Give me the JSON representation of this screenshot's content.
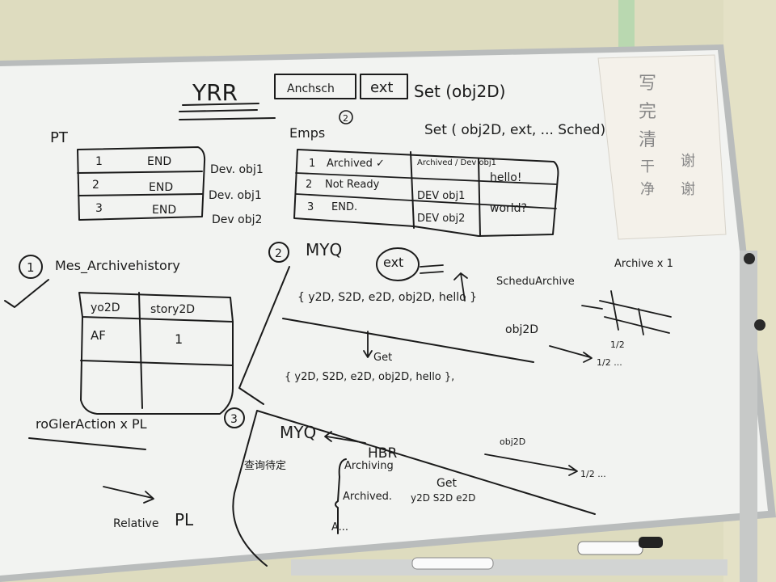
{
  "board": {
    "title": "YRR",
    "tag1": "Anchsch",
    "tag2": "ext",
    "title_tail": "Set (obj2D)",
    "circle2_top": "2",
    "set_line": "Set ( obj2D, ext, ... Sched)",
    "pt": {
      "label": "PT",
      "rows": [
        {
          "num": "1",
          "status": "END"
        },
        {
          "num": "2",
          "status": "END"
        },
        {
          "num": "3",
          "status": "END"
        }
      ],
      "side_notes": [
        "Dev. obj1",
        "Dev. obj1",
        "Dev obj2"
      ]
    },
    "emps": {
      "label": "Emps",
      "rows": [
        {
          "num": "1",
          "status": "Archived ✓",
          "env": "Archived / Dev obj1",
          "note": "hello!"
        },
        {
          "num": "2",
          "status": "Not Ready",
          "env": "DEV obj1",
          "note": "world?"
        },
        {
          "num": "3",
          "status": "END.",
          "env": "DEV obj2",
          "note": ""
        }
      ]
    },
    "section1": {
      "circle": "1",
      "title": "Mes_Archivehistory",
      "headers": [
        "yo2D",
        "story2D"
      ],
      "rows": [
        [
          "AF",
          "1"
        ]
      ]
    },
    "section2": {
      "circle": "2",
      "title": "MYQ",
      "ext_oval": "ext",
      "set_line": "{ y2D, S2D, e2D, obj2D, hello }",
      "set_suffix": "obj2D",
      "get_label": "Get",
      "set_line2": "{ y2D, S2D, e2D, obj2D, hello },",
      "schedule": "ScheduArchive",
      "right_note": "Archive x 1",
      "small_note": "1/2",
      "arrow_note": "1/2 ..."
    },
    "section3": {
      "circle": "3",
      "title": "MYQ",
      "hbr": "HBR",
      "get_label": "Get",
      "cjk_note": "查询待定",
      "list": [
        "Archiving",
        "Archived.",
        "A..."
      ],
      "vars": "y2D S2D e2D",
      "obj_note": "obj2D",
      "arrow_note": "1/2 ..."
    },
    "left_bottom": {
      "line1": "roGlerAction x PL",
      "arrow_label": "Relative",
      "pl": "PL"
    }
  },
  "sticky_note": {
    "lines": [
      "写",
      "完",
      "清",
      "干",
      "净"
    ],
    "side": [
      "谢",
      "谢"
    ]
  },
  "colors": {
    "board": "#f2f3f1",
    "frame": "#b9bcbc",
    "wall": "#dedcbf",
    "ink": "#1b1b1b",
    "sticky": "#f4f1ea"
  }
}
